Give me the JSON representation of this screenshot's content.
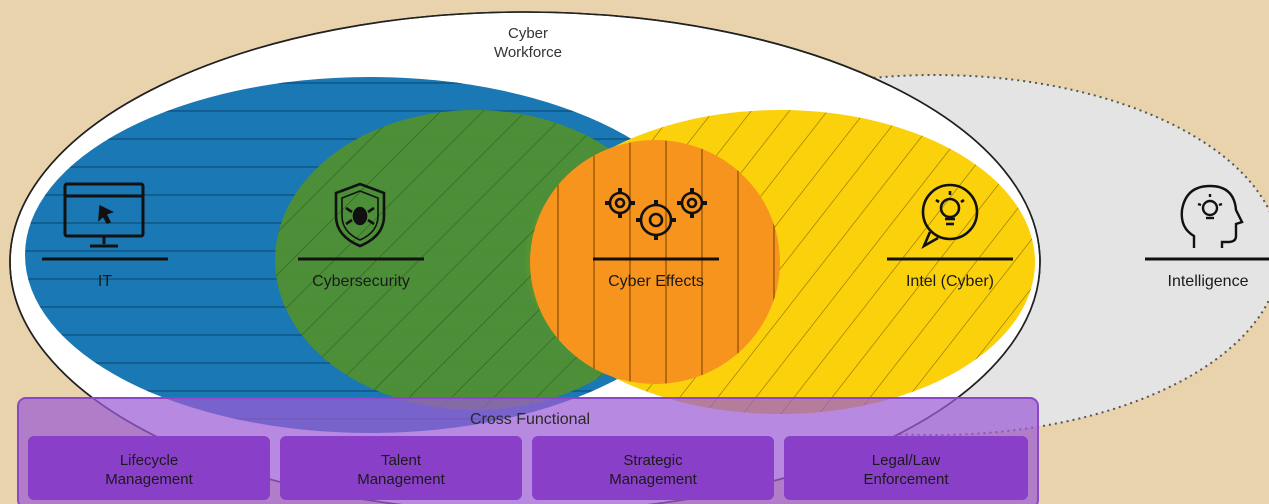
{
  "diagram": {
    "workforce_title": [
      "Cyber",
      "Workforce"
    ],
    "areas": [
      {
        "id": "it",
        "label": "IT",
        "icon": "monitor-cursor-icon",
        "color": "#1a78b4"
      },
      {
        "id": "cybersecurity",
        "label": "Cybersecurity",
        "icon": "shield-bug-icon",
        "color": "#4e8f34"
      },
      {
        "id": "cyber-effects",
        "label": "Cyber Effects",
        "icon": "gears-icon",
        "color": "#f7941d"
      },
      {
        "id": "intel-cyber",
        "label": "Intel (Cyber)",
        "icon": "lightbulb-bubble-icon",
        "color": "#fbd10c"
      },
      {
        "id": "intelligence",
        "label": "Intelligence",
        "icon": "head-lightbulb-icon",
        "color": "#e6e6e6"
      }
    ],
    "cross_functional": {
      "title": "Cross Functional",
      "color": "#9b5bd4",
      "items": [
        [
          "Lifecycle",
          "Management"
        ],
        [
          "Talent",
          "Management"
        ],
        [
          "Strategic",
          "Management"
        ],
        [
          "Legal/Law",
          "Enforcement"
        ]
      ]
    }
  }
}
